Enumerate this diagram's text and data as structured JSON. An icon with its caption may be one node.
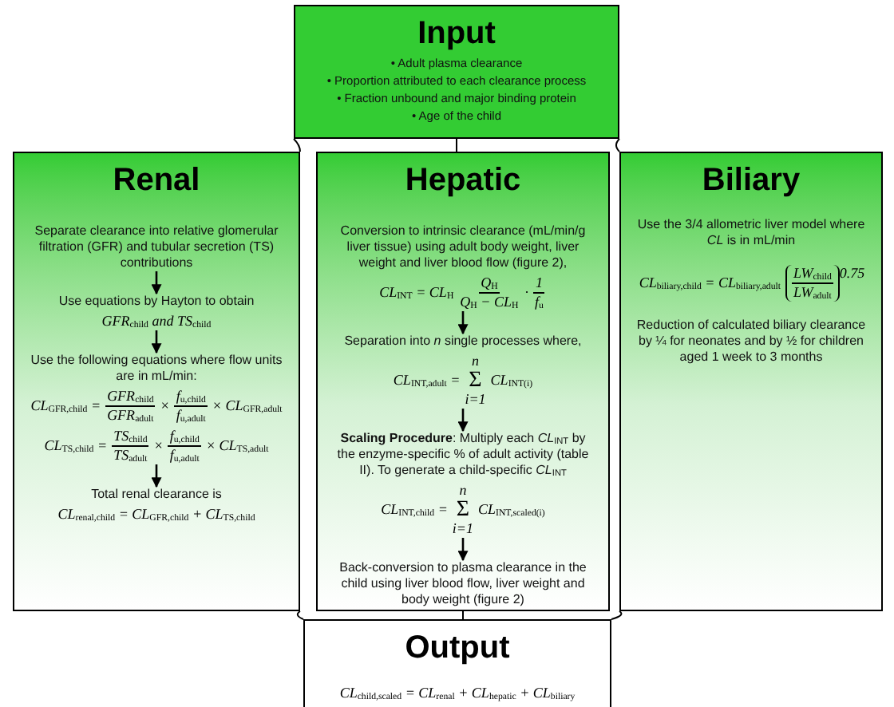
{
  "diagram": {
    "nodes": [
      {
        "text": [
          "Input",
          "• Adult plasma clearance",
          "• Proportion attributed to each clearance process",
          "• Fraction unbound and major binding protein",
          "• Age of the child"
        ]
      },
      {
        "text": [
          "Renal"
        ]
      },
      {
        "text": [
          "Separate clearance into relative glomerular filtration (GFR) and tubular secretion (TS) contributions"
        ],
        "in": 1
      },
      {
        "text": [
          "Use equations by Hayton to obtain",
          "GFR$_{child}$ and TS$_{child}$"
        ],
        "in": 1
      },
      {
        "text": [
          "Use the following equations where flow units are in mL/min:",
          "CL$_{GFR,child}$ =",
          "GFR$_{child}$",
          "GFR$_{adult}$",
          "×",
          "f$_{u,child}$",
          "f$_{u,adult}$",
          "× CL$_{GFR,adult}$",
          "CL$_{TS,child}$ =",
          "TS$_{child}$",
          "TS$_{adult}$",
          "×",
          "f$_{u,child}$",
          "f$_{u,adult}$",
          "× CL$_{TS,adult}$"
        ],
        "in": 1
      },
      {
        "text": [
          "Total renal clearance is",
          "CL$_{renal,child}$ = CL$_{GFR,child}$ + CL$_{TS,child}$"
        ],
        "in": 1
      },
      {
        "text": [
          "Hepatic"
        ]
      },
      {
        "text": [
          "Conversion to intrinsic clearance (mL/min/g liver tissue) using adult body weight, liver weight and liver blood flow (figure 2),",
          "CL$_{INT}$ = CL$_{H}$",
          "Q$_{H}$",
          "Q$_{H}$ − CL$_{H}$",
          "·",
          "1",
          "f$_{u}$"
        ],
        "in": 6
      },
      {
        "text": [
          "Separation into *n* single processes where,",
          "CL$_{INT,adult}$ =",
          "n",
          "Σ",
          "i=1",
          "CL$_{INT(i)}$"
        ],
        "in": 6
      },
      {
        "text": [
          "**Scaling Procedure**: Multiply each *CL*$_{INT}$ by the enzyme-specific % of adult activity (table II). To generate a child-specific *CL*$_{INT}$",
          "CL$_{INT,child}$ =",
          "n",
          "Σ",
          "i=1",
          "CL$_{INT,scaled(i)}$"
        ],
        "in": 6
      },
      {
        "text": [
          "Back-conversion to plasma clearance in the child using liver blood flow, liver weight and body weight (figure 2)"
        ],
        "in": 6
      },
      {
        "text": [
          "Biliary",
          "Use the 3/4 allometric liver model where *CL* is in mL/min",
          "CL$_{biliary,child}$ = CL$_{biliary,adult}$",
          "LW$_{child}$",
          "LW$_{adult}$",
          "0.75",
          "Reduction of calculated biliary clearance by ¼ for neonates and by ½ for children aged 1 week to 3 months"
        ]
      },
      {
        "text": [
          "Output",
          "CL$_{child,scaled}$ = CL$_{renal}$ + CL$_{hepatic}$ + CL$_{biliary}$"
        ]
      }
    ],
    "edges": [
      {
        "from": 0,
        "to": 1,
        "arrow": "none"
      },
      {
        "from": 0,
        "to": 6,
        "arrow": "none"
      },
      {
        "from": 0,
        "to": 11,
        "arrow": "none"
      },
      {
        "from": 2,
        "to": 3,
        "arrow": "to"
      },
      {
        "from": 3,
        "to": 4,
        "arrow": "to"
      },
      {
        "from": 4,
        "to": 5,
        "arrow": "to"
      },
      {
        "from": 7,
        "to": 8,
        "arrow": "to"
      },
      {
        "from": 8,
        "to": 9,
        "arrow": "to"
      },
      {
        "from": 9,
        "to": 10,
        "arrow": "to"
      },
      {
        "from": 1,
        "to": 12,
        "arrow": "none"
      },
      {
        "from": 6,
        "to": 12,
        "arrow": "none"
      },
      {
        "from": 11,
        "to": 12,
        "arrow": "none"
      }
    ]
  }
}
